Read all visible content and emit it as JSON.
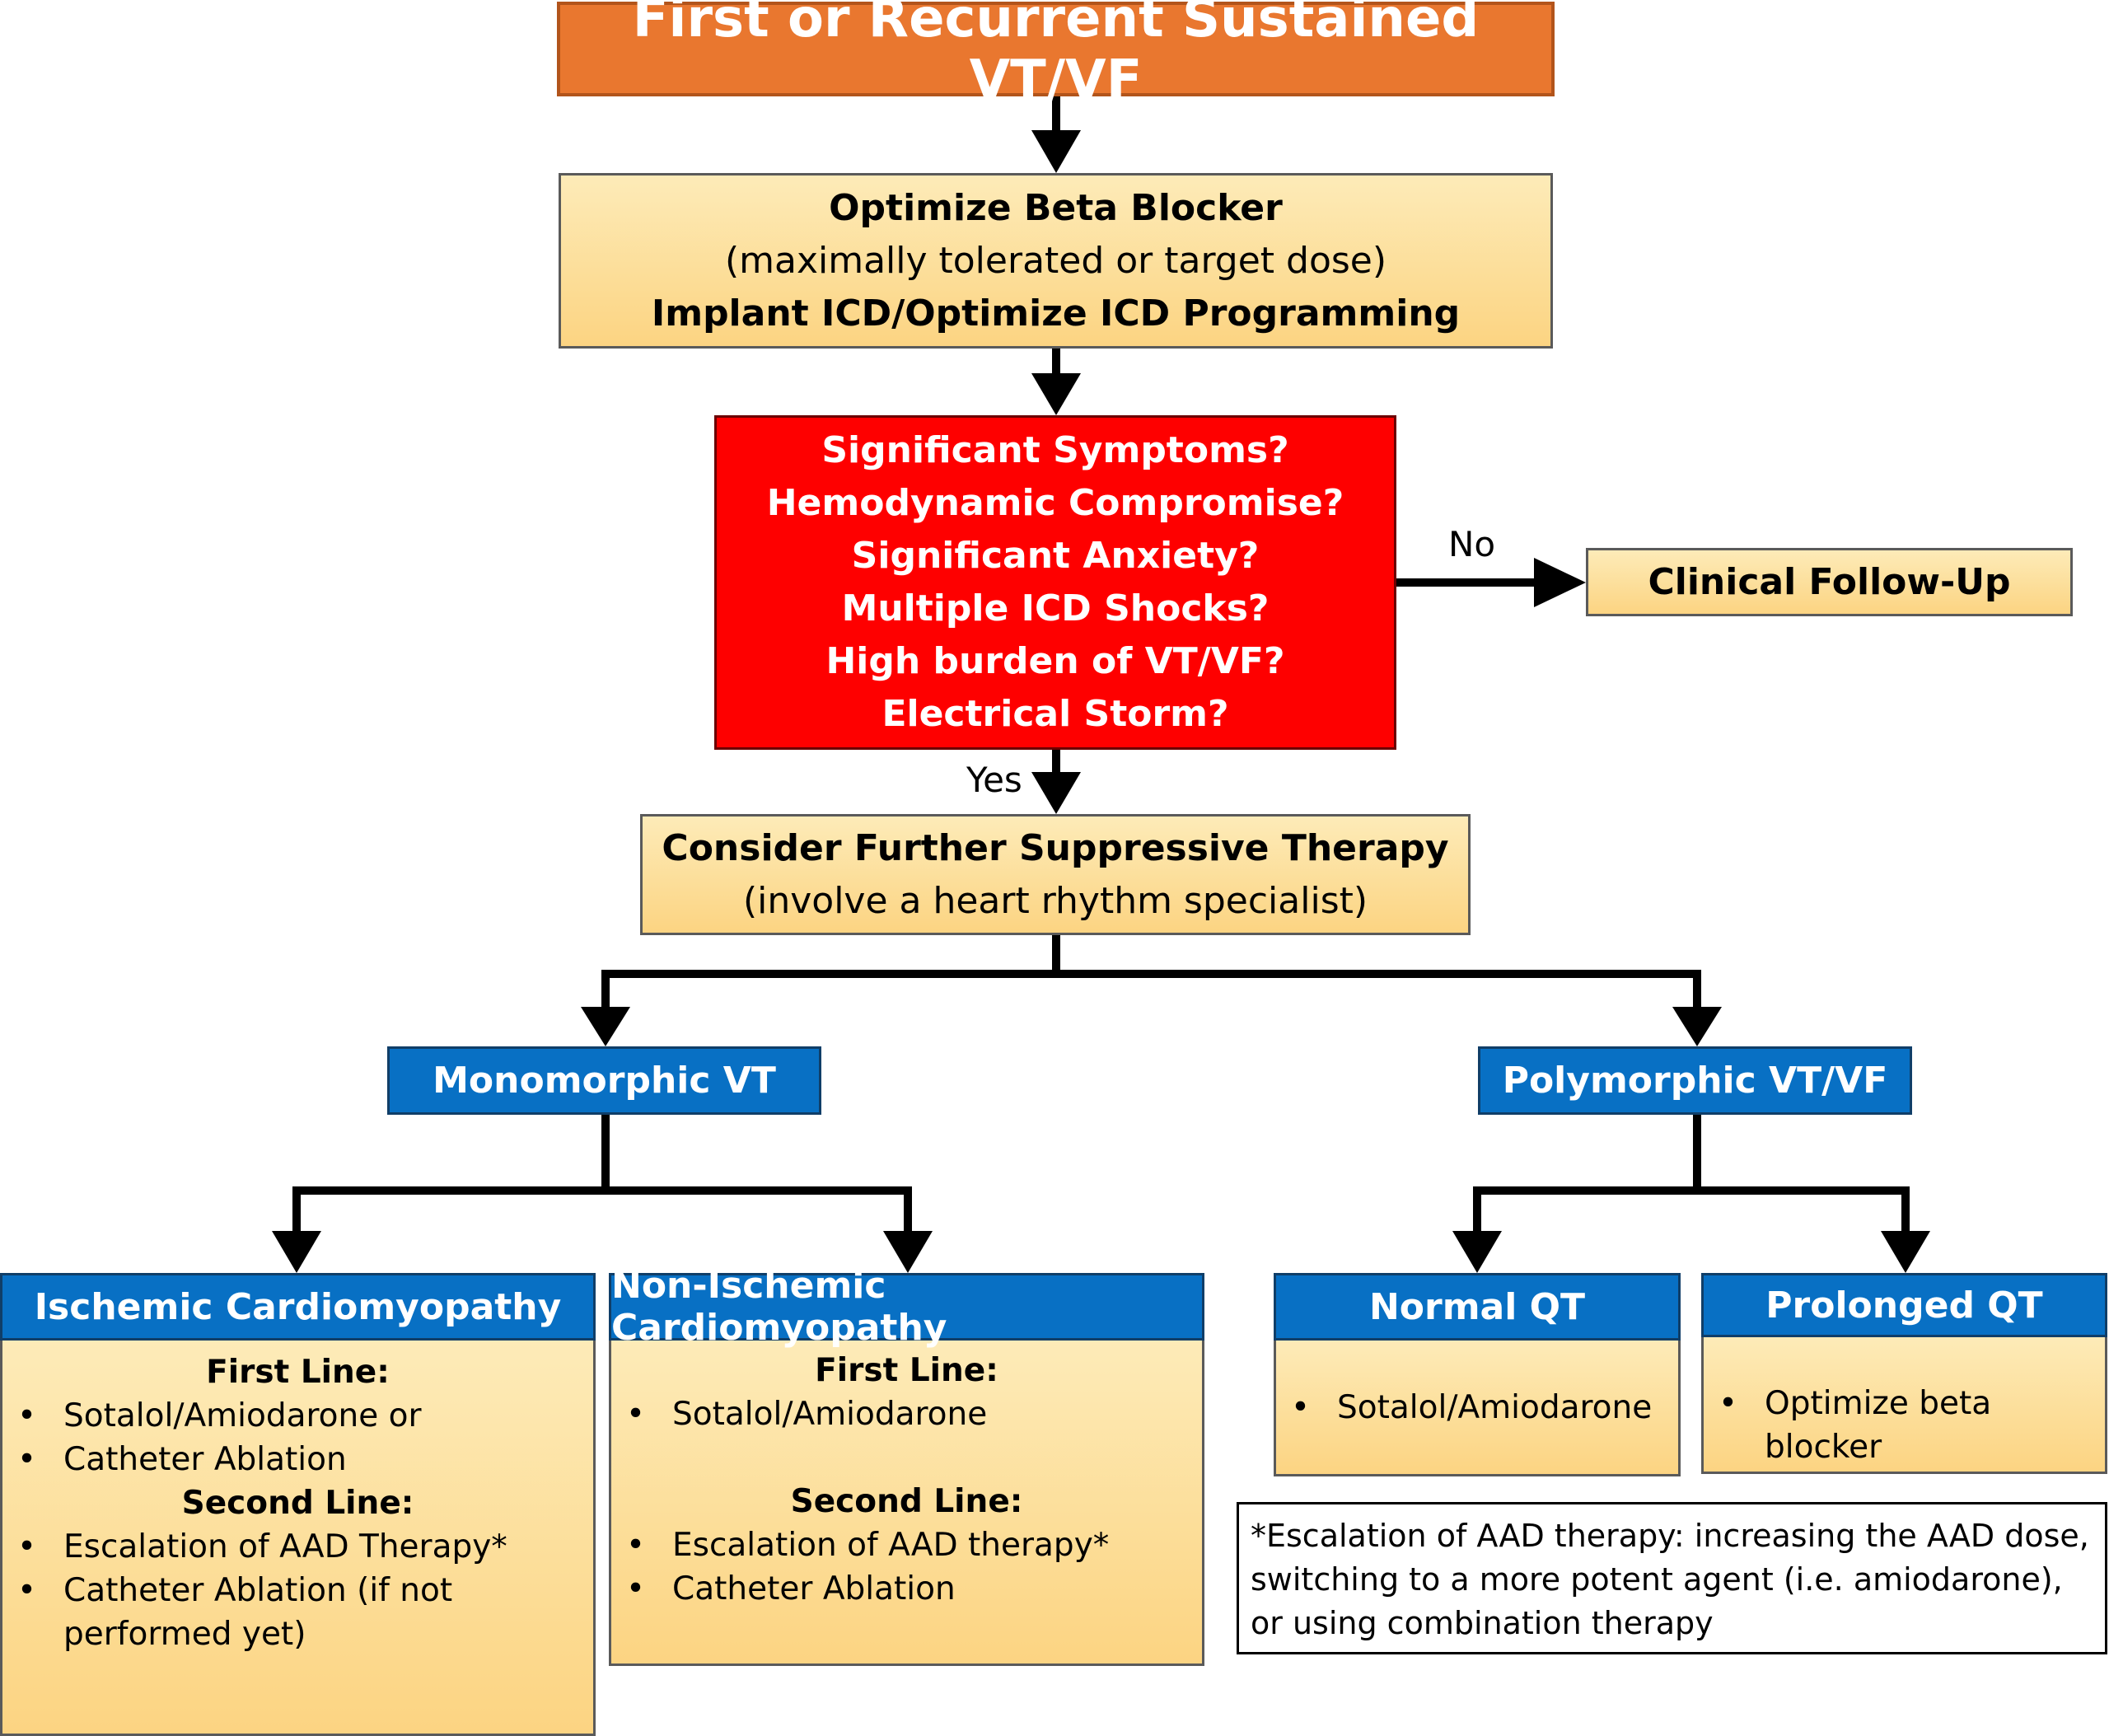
{
  "start": {
    "title": "First or Recurrent Sustained VT/VF"
  },
  "optimize": {
    "line1": "Optimize Beta Blocker",
    "line2": "(maximally tolerated or target dose)",
    "line3": "Implant ICD/Optimize ICD Programming"
  },
  "decision": {
    "questions": [
      "Significant Symptoms?",
      "Hemodynamic Compromise?",
      "Significant Anxiety?",
      "Multiple ICD Shocks?",
      "High burden of VT/VF?",
      "Electrical Storm?"
    ],
    "no_label": "No",
    "yes_label": "Yes"
  },
  "follow_up": {
    "label": "Clinical Follow-Up"
  },
  "consider": {
    "line1": "Consider Further Suppressive Therapy",
    "line2": "(involve a heart rhythm specialist)"
  },
  "monomorphic": {
    "label": "Monomorphic VT"
  },
  "polymorphic": {
    "label": "Polymorphic VT/VF"
  },
  "ischemic": {
    "title": "Ischemic Cardiomyopathy",
    "first_label": "First Line:",
    "first_items": [
      "Sotalol/Amiodarone or",
      "Catheter Ablation"
    ],
    "second_label": "Second Line:",
    "second_items": [
      "Escalation of AAD Therapy*",
      "Catheter Ablation (if not performed yet)"
    ]
  },
  "non_ischemic": {
    "title": "Non-Ischemic Cardiomyopathy",
    "first_label": "First Line:",
    "first_items": [
      "Sotalol/Amiodarone"
    ],
    "second_label": "Second Line:",
    "second_items": [
      "Escalation of AAD therapy*",
      "Catheter Ablation"
    ]
  },
  "normal_qt": {
    "title": "Normal QT",
    "items": [
      "Sotalol/Amiodarone"
    ]
  },
  "prolonged_qt": {
    "title": "Prolonged QT",
    "items": [
      "Optimize beta blocker"
    ]
  },
  "footnote": {
    "text": "*Escalation of AAD therapy: increasing the AAD dose, switching to a more potent agent (i.e. amiodarone), or using combination therapy"
  }
}
